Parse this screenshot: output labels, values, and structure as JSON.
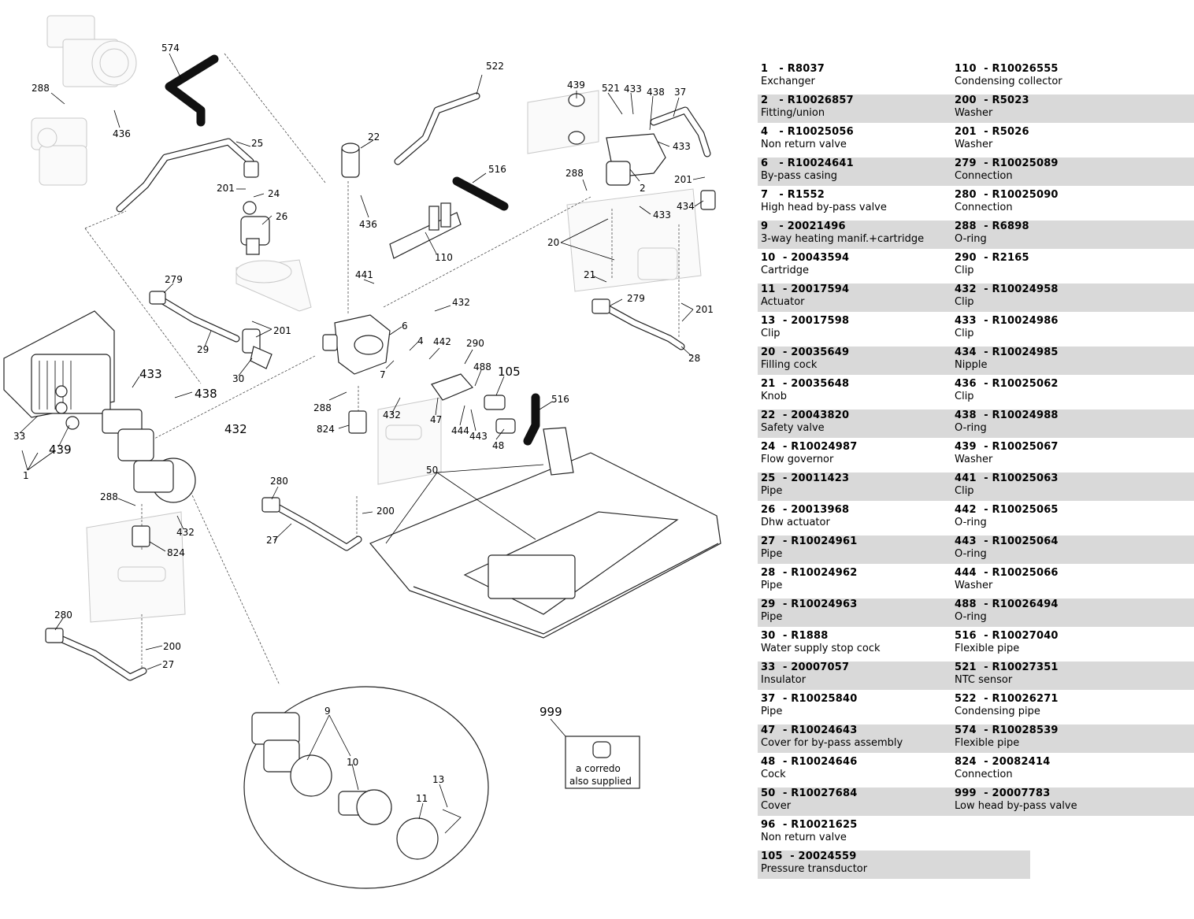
{
  "callouts": {
    "c1": "1",
    "c2": "2",
    "c4": "4",
    "c6": "6",
    "c7": "7",
    "c9": "9",
    "c10": "10",
    "c11": "11",
    "c13": "13",
    "c20": "20",
    "c21": "21",
    "c22": "22",
    "c24": "24",
    "c25": "25",
    "c26": "26",
    "c27a": "27",
    "c27b": "27",
    "c28": "28",
    "c29": "29",
    "c30": "30",
    "c33": "33",
    "c37": "37",
    "c47": "47",
    "c48": "48",
    "c50": "50",
    "c105": "105",
    "c110": "110",
    "c200a": "200",
    "c200b": "200",
    "c201a": "201",
    "c201b": "201",
    "c201c": "201",
    "c201d": "201",
    "c279a": "279",
    "c279b": "279",
    "c280a": "280",
    "c280b": "280",
    "c288a": "288",
    "c288b": "288",
    "c288c": "288",
    "c288d": "288",
    "c290": "290",
    "c432a": "432",
    "c432b": "432",
    "c432c": "432",
    "c432d": "432",
    "c433a": "433",
    "c433b": "433",
    "c433c": "433",
    "c433d": "433",
    "c434": "434",
    "c436a": "436",
    "c436b": "436",
    "c438a": "438",
    "c438b": "438",
    "c439a": "439",
    "c439b": "439",
    "c441": "441",
    "c442": "442",
    "c443": "443",
    "c444": "444",
    "c488": "488",
    "c516a": "516",
    "c516b": "516",
    "c521": "521",
    "c522": "522",
    "c574": "574",
    "c824a": "824",
    "c824b": "824",
    "c999": "999"
  },
  "supplied_box": {
    "line1": "a corredo",
    "line2": "also supplied"
  },
  "parts_left": [
    {
      "code": "1   - R8037",
      "desc": "Exchanger"
    },
    {
      "code": "2   - R10026857",
      "desc": "Fitting/union"
    },
    {
      "code": "4   - R10025056",
      "desc": "Non return valve"
    },
    {
      "code": "6   - R10024641",
      "desc": "By-pass casing"
    },
    {
      "code": "7   - R1552",
      "desc": "High head by-pass valve"
    },
    {
      "code": "9   - 20021496",
      "desc": "3-way heating manif.+cartridge"
    },
    {
      "code": "10  - 20043594",
      "desc": "Cartridge"
    },
    {
      "code": "11  - 20017594",
      "desc": "Actuator"
    },
    {
      "code": "13  - 20017598",
      "desc": "Clip"
    },
    {
      "code": "20  - 20035649",
      "desc": "Filling cock"
    },
    {
      "code": "21  - 20035648",
      "desc": "Knob"
    },
    {
      "code": "22  - 20043820",
      "desc": "Safety valve"
    },
    {
      "code": "24  - R10024987",
      "desc": "Flow governor"
    },
    {
      "code": "25  - 20011423",
      "desc": "Pipe"
    },
    {
      "code": "26  - 20013968",
      "desc": "Dhw actuator"
    },
    {
      "code": "27  - R10024961",
      "desc": "Pipe"
    },
    {
      "code": "28  - R10024962",
      "desc": "Pipe"
    },
    {
      "code": "29  - R10024963",
      "desc": "Pipe"
    },
    {
      "code": "30  - R1888",
      "desc": "Water supply stop cock"
    },
    {
      "code": "33  - 20007057",
      "desc": "Insulator"
    },
    {
      "code": "37  - R10025840",
      "desc": "Pipe"
    },
    {
      "code": "47  - R10024643",
      "desc": "Cover for by-pass assembly"
    },
    {
      "code": "48  - R10024646",
      "desc": "Cock"
    },
    {
      "code": "50  - R10027684",
      "desc": "Cover"
    },
    {
      "code": "96  - R10021625",
      "desc": "Non return valve"
    },
    {
      "code": "105  - 20024559",
      "desc": "Pressure transductor"
    }
  ],
  "parts_right": [
    {
      "code": "110  - R10026555",
      "desc": "Condensing collector"
    },
    {
      "code": "200  - R5023",
      "desc": "Washer"
    },
    {
      "code": "201  - R5026",
      "desc": "Washer"
    },
    {
      "code": "279  - R10025089",
      "desc": "Connection"
    },
    {
      "code": "280  - R10025090",
      "desc": "Connection"
    },
    {
      "code": "288  - R6898",
      "desc": "O-ring"
    },
    {
      "code": "290  - R2165",
      "desc": "Clip"
    },
    {
      "code": "432  - R10024958",
      "desc": "Clip"
    },
    {
      "code": "433  - R10024986",
      "desc": "Clip"
    },
    {
      "code": "434  - R10024985",
      "desc": "Nipple"
    },
    {
      "code": "436  - R10025062",
      "desc": "Clip"
    },
    {
      "code": "438  - R10024988",
      "desc": "O-ring"
    },
    {
      "code": "439  - R10025067",
      "desc": "Washer"
    },
    {
      "code": "441  - R10025063",
      "desc": "Clip"
    },
    {
      "code": "442  - R10025065",
      "desc": "O-ring"
    },
    {
      "code": "443  - R10025064",
      "desc": "O-ring"
    },
    {
      "code": "444  - R10025066",
      "desc": "Washer"
    },
    {
      "code": "488  - R10026494",
      "desc": "O-ring"
    },
    {
      "code": "516  - R10027040",
      "desc": "Flexible pipe"
    },
    {
      "code": "521  - R10027351",
      "desc": "NTC sensor"
    },
    {
      "code": "522  - R10026271",
      "desc": "Condensing pipe"
    },
    {
      "code": "574  - R10028539",
      "desc": "Flexible pipe"
    },
    {
      "code": "824  - 20082414",
      "desc": "Connection"
    },
    {
      "code": "999  - 20007783",
      "desc": "Low head by-pass valve"
    }
  ]
}
